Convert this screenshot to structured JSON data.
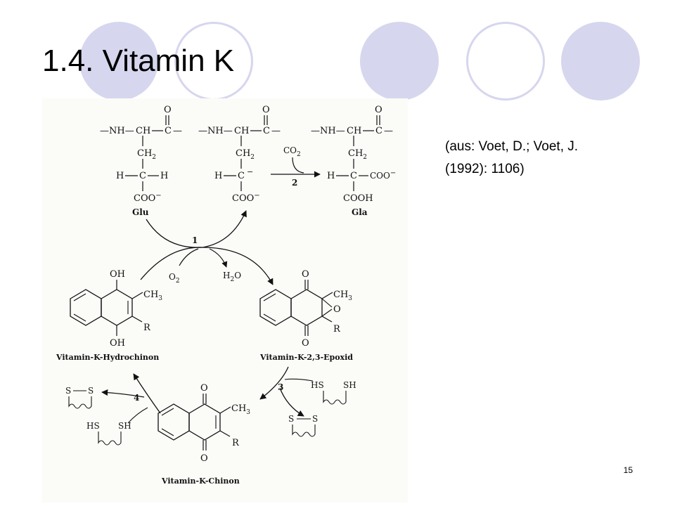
{
  "slide": {
    "title": "1.4. Vitamin K",
    "citation_line1": "(aus: Voet, D.; Voet, J.",
    "citation_line2": "(1992): 1106)",
    "page_number": "15",
    "colors": {
      "circle": "#d6d6ee",
      "text": "#000000"
    }
  },
  "diagram": {
    "glu": {
      "nh": "—NH—",
      "ch": "CH",
      "c": "C",
      "dash": "—",
      "o": "O",
      "ch2": "CH",
      "sub2": "2",
      "h": "H",
      "c2": "C",
      "h2": "H",
      "coo": "COO",
      "minus": "−",
      "label": "Glu"
    },
    "anion": {
      "nh": "—NH—",
      "ch": "CH",
      "c": "C",
      "dash": "—",
      "o": "O",
      "ch2": "CH",
      "sub2": "2",
      "h": "H",
      "c2": "C",
      "minus_c": "−",
      "coo": "COO",
      "minus": "−"
    },
    "gla": {
      "nh": "—NH—",
      "ch": "CH",
      "c": "C",
      "dash": "—",
      "o": "O",
      "ch2": "CH",
      "sub2": "2",
      "h": "H",
      "c2": "C",
      "coo_right": "COO",
      "minus": "−",
      "cooh": "COOH",
      "label": "Gla"
    },
    "co2": "CO",
    "co2_sub": "2",
    "step1": "1",
    "step2": "2",
    "step3": "3",
    "step4": "4",
    "o2": "O",
    "o2_sub": "2",
    "h2o_h": "H",
    "h2o_sub": "2",
    "h2o_o": "O",
    "hydro": {
      "oh_top": "OH",
      "ch3": "CH",
      "sub3": "3",
      "r": "R",
      "oh_bottom": "OH",
      "label": "Vitamin-K-Hydrochinon"
    },
    "epoxid": {
      "o_top": "O",
      "ch3": "CH",
      "sub3": "3",
      "o_ring": "O",
      "r": "R",
      "o_bottom": "O",
      "label": "Vitamin-K-2,3-Epoxid"
    },
    "chinon": {
      "o_top": "O",
      "ch3": "CH",
      "sub3": "3",
      "r": "R",
      "o_bottom": "O",
      "label": "Vitamin-K-Chinon"
    },
    "thiol3": {
      "hs": "HS",
      "sh": "SH"
    },
    "disulfide3": {
      "s1": "S",
      "s2": "S"
    },
    "thiol4": {
      "hs": "HS",
      "sh": "SH"
    },
    "disulfide4": {
      "s1": "S",
      "s2": "S"
    }
  }
}
